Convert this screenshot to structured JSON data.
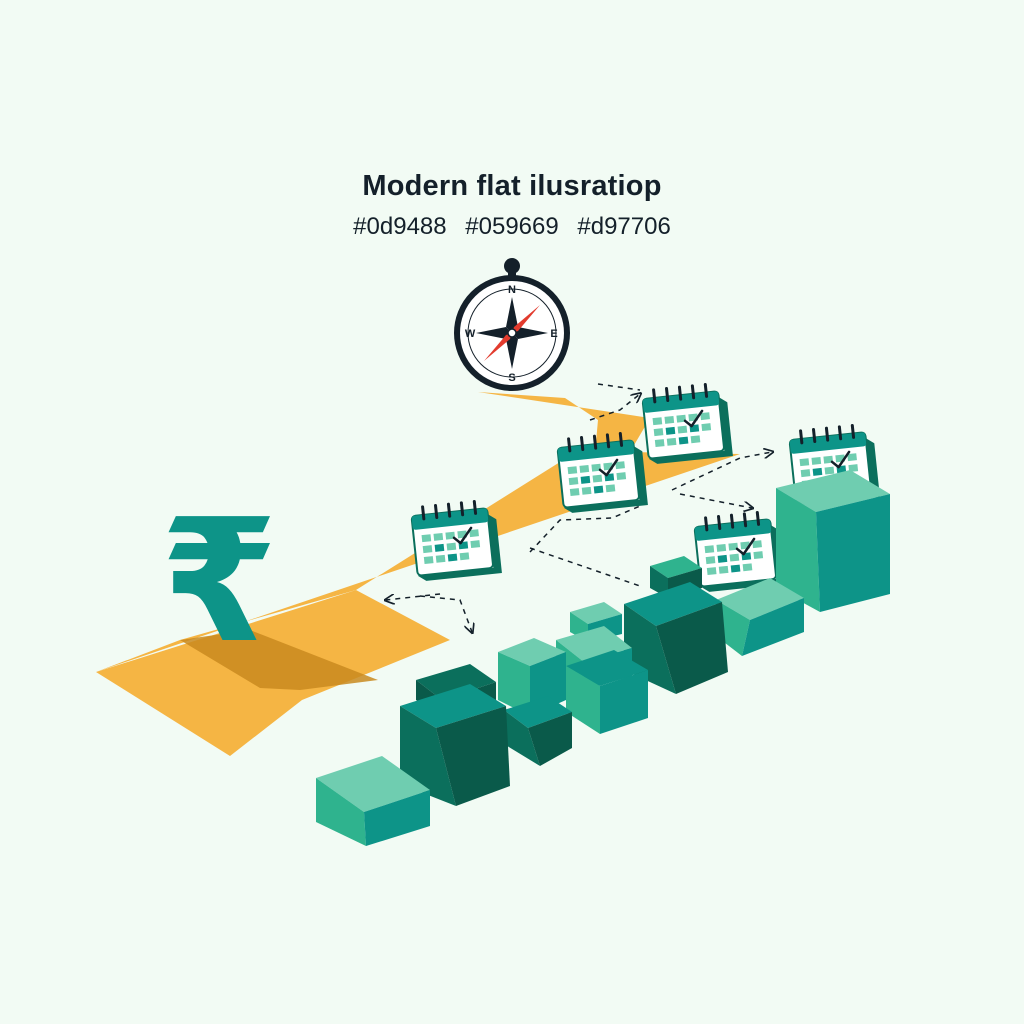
{
  "caption": {
    "title": "Modern flat ilusratiop",
    "palette": [
      "#0d9488",
      "#059669",
      "#d97706"
    ]
  },
  "compass": {
    "labels": {
      "north": "N",
      "east": "E",
      "south": "S",
      "west": "W"
    }
  },
  "rupee_symbol": "₹",
  "colors": {
    "background": "#f2fbf4",
    "path": "#f5b544",
    "path_shadow": "#c98a1e",
    "teal_light": "#2fb38e",
    "teal_top": "#6fcdb0",
    "teal_dark": "#0b6f5c",
    "teal_darker": "#0a5a4a",
    "compass_needle": "#e23b2e",
    "ink": "#14202a"
  },
  "icons": [
    "compass-icon",
    "rupee-icon",
    "calendar-icon",
    "check-icon",
    "dashed-arrow-icon"
  ]
}
